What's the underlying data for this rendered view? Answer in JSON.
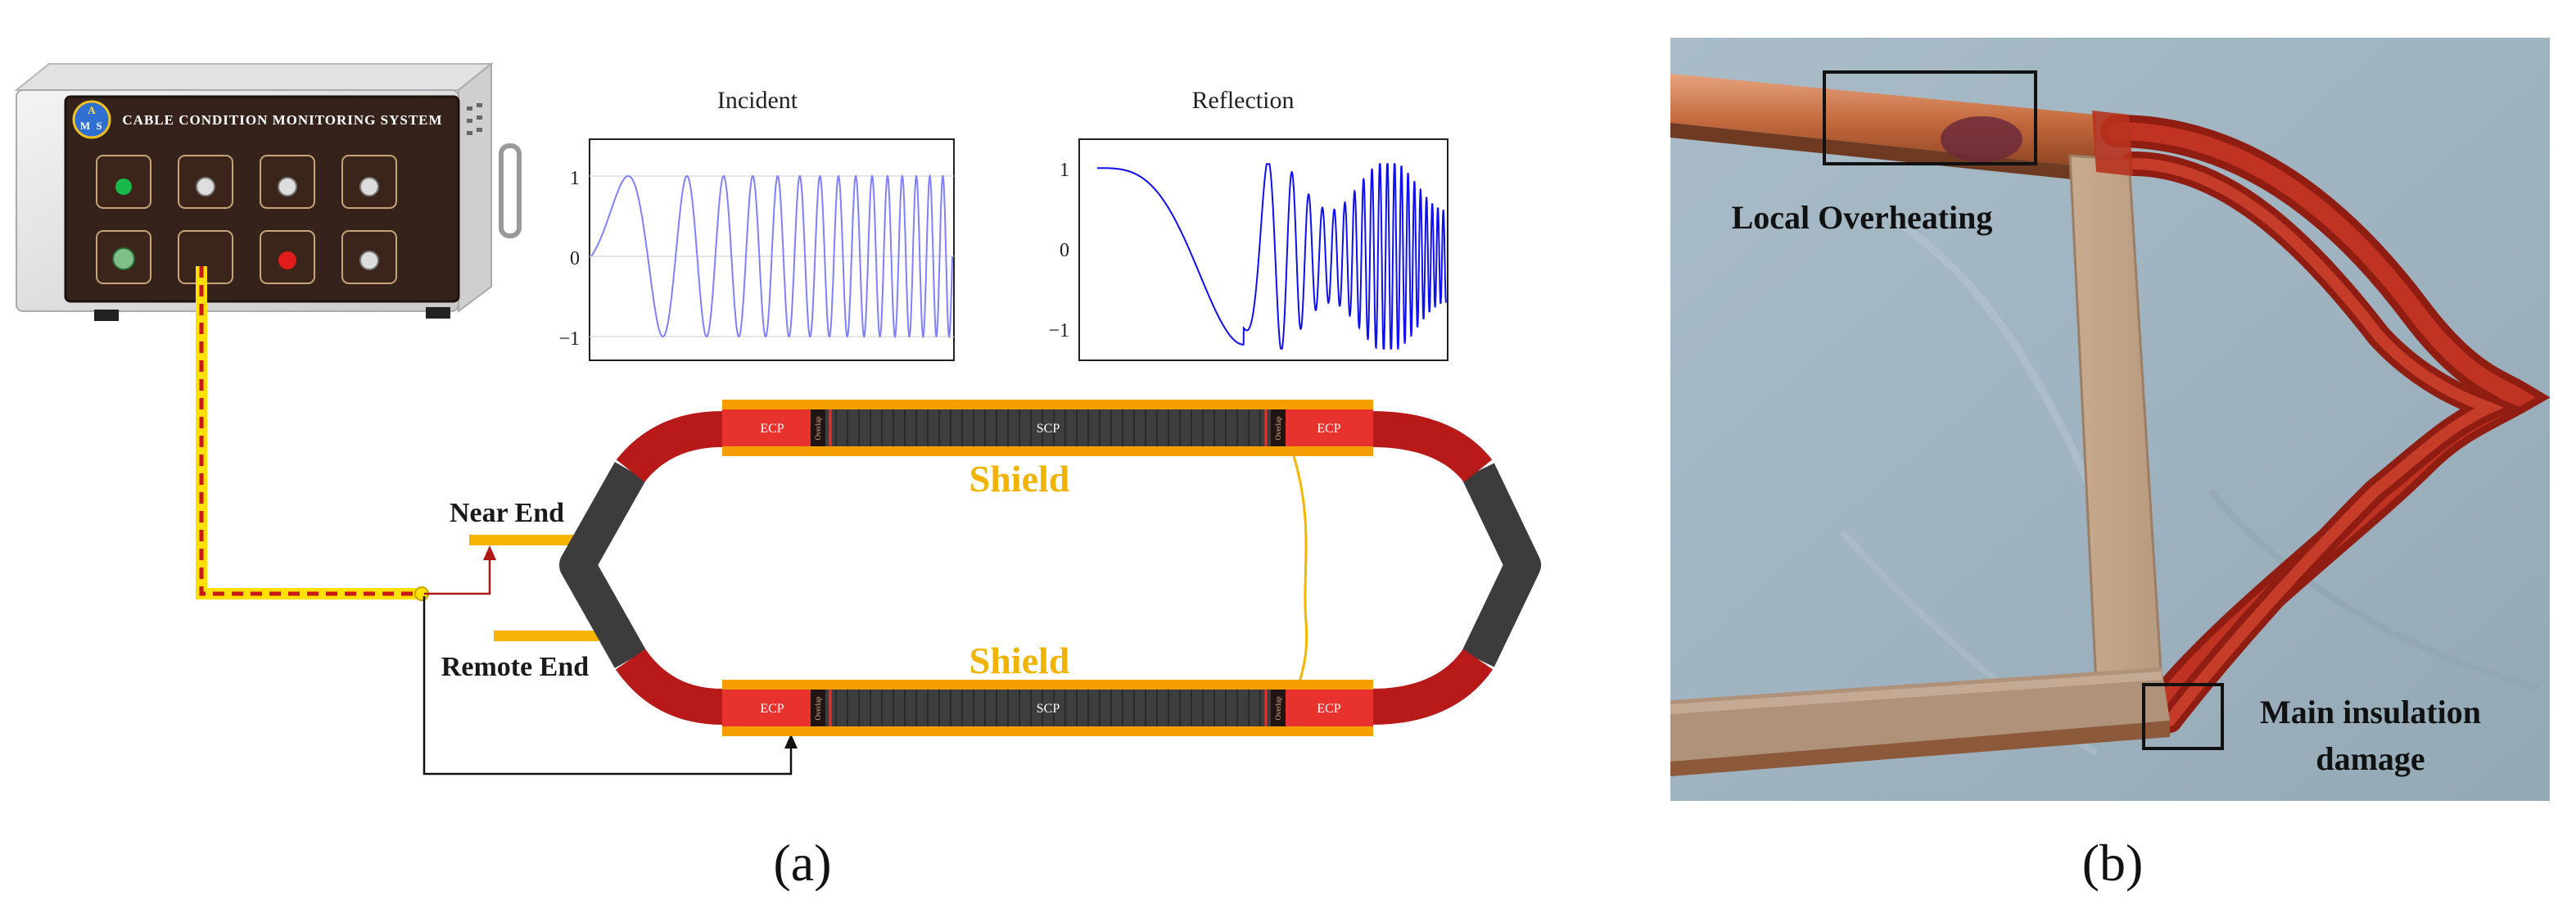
{
  "panel_a": {
    "device": {
      "logo_letters": [
        "A",
        "M",
        "S"
      ],
      "title": "CABLE CONDITION MONITORING SYSTEM"
    },
    "plot_titles": {
      "incident": "Incident",
      "reflection": "Reflection"
    },
    "incident_plot": {
      "y_ticks": [
        "1",
        "0",
        "−1"
      ]
    },
    "reflection_plot": {
      "y_ticks": [
        "1",
        "0",
        "−1"
      ]
    },
    "cable_labels": {
      "ecp": "ECP",
      "scp": "SCP",
      "overlap": "Overlap",
      "shield": "Shield",
      "near_end": "Near End",
      "remote_end": "Remote End"
    },
    "colors": {
      "insulation_red": "#b81a1a",
      "ecp_red": "#e8322e",
      "cable_dark": "#3c3c3c",
      "shield_orange": "#f5a000",
      "shield_text": "#f0b400",
      "waveform_incident": "#8080ff",
      "waveform_reflection": "#1010ee",
      "lead_yellow": "#ffe000",
      "lead_red": "#c81818"
    },
    "caption": "(a)"
  },
  "panel_b": {
    "annotations": {
      "local_overheating": "Local Overheating",
      "main_insulation_line1": "Main insulation",
      "main_insulation_line2": "damage"
    },
    "caption": "(b)"
  }
}
